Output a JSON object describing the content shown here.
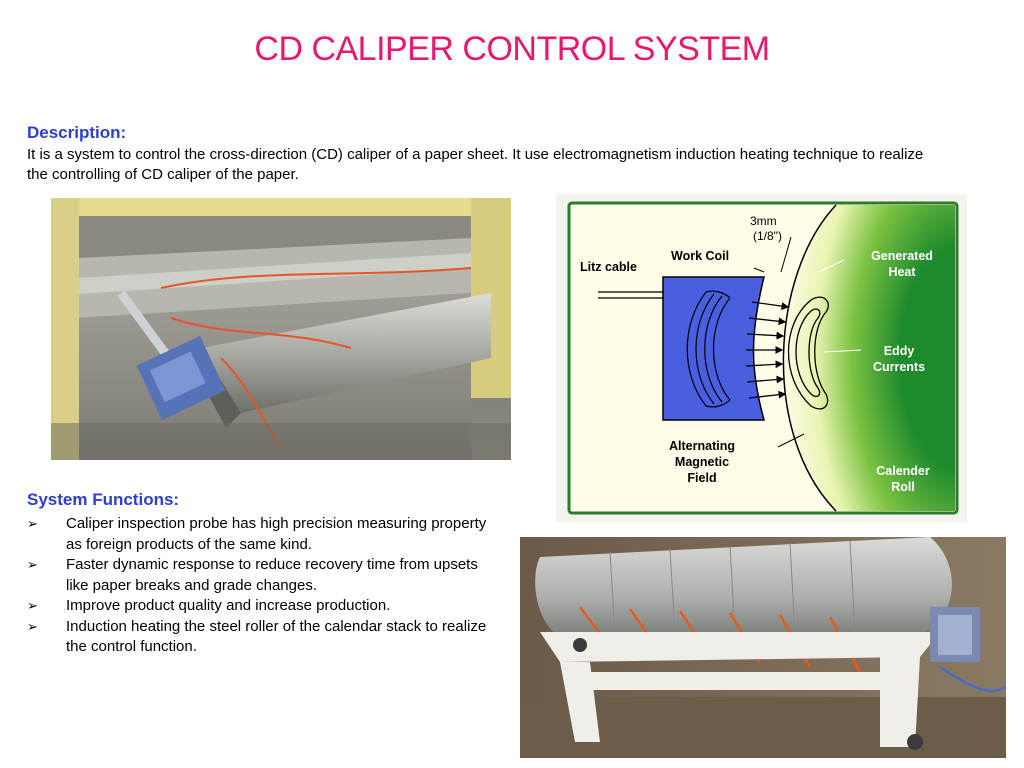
{
  "title": "CD CALIPER CONTROL SYSTEM",
  "description": {
    "heading": "Description:",
    "text": "It is a system to control the cross-direction (CD) caliper of a paper sheet. It use electromagnetism induction heating technique to realize the controlling of CD caliper of the paper."
  },
  "functions": {
    "heading": "System Functions:",
    "bullet_glyph": "➢",
    "items": [
      "Caliper inspection probe has high precision measuring property as foreign products of the same kind.",
      "Faster dynamic response to reduce recovery time from upsets like paper breaks and grade changes.",
      "Improve product quality and increase production.",
      "Induction heating the steel roller of the calendar stack to realize the control function."
    ]
  },
  "diagram": {
    "litz_cable": "Litz cable",
    "work_coil": "Work Coil",
    "gap_line1": "3mm",
    "gap_line2": "(1/8\")",
    "generated_heat_1": "Generated",
    "generated_heat_2": "Heat",
    "eddy_1": "Eddy",
    "eddy_2": "Currents",
    "alt_1": "Alternating",
    "alt_2": "Magnetic",
    "alt_3": "Field",
    "calender_1": "Calender",
    "calender_2": "Roll"
  },
  "colors": {
    "title": "#e8176f",
    "heading": "#2b3fd1",
    "diagram_frame": "#2d7a2d",
    "coil_blue": "#4a5fe0"
  }
}
